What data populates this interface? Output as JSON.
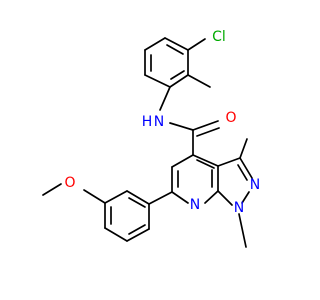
{
  "molecule": {
    "labels": {
      "cl": "Cl",
      "nh": "N",
      "nh_h": "H",
      "o_carbonyl": "O",
      "n_pyrazole_upper": "N",
      "n_pyrazole_lower": "N",
      "n_pyridine": "N",
      "o_methoxy": "O"
    }
  },
  "colors": {
    "bond": "#000000",
    "carbon_text": "#000000",
    "nitrogen": "#0000ff",
    "oxygen": "#ff0000",
    "chlorine": "#00aa00"
  }
}
